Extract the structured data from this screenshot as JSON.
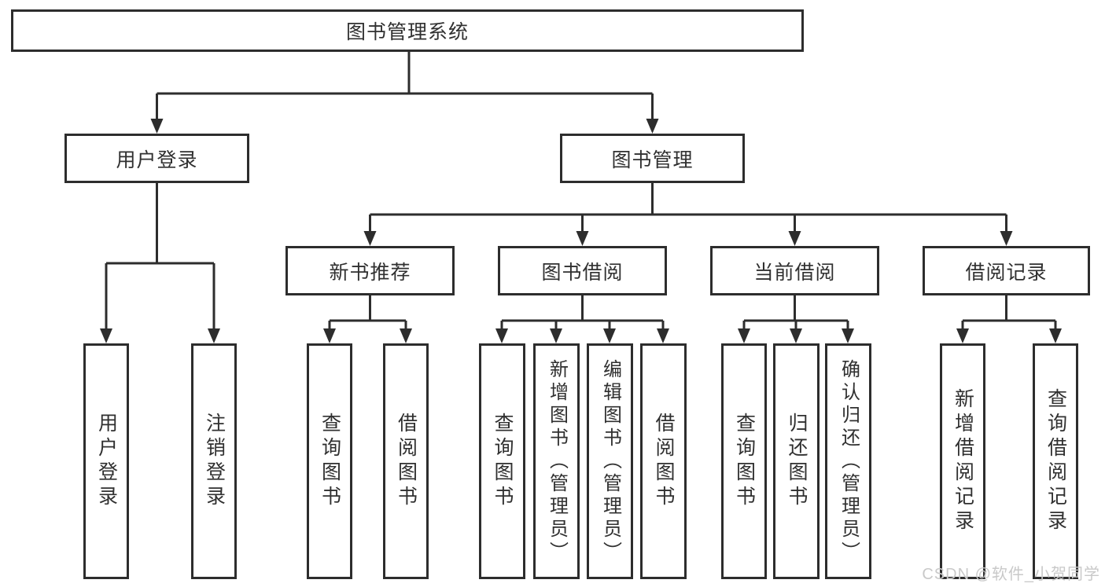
{
  "diagram_title": "图书管理系统",
  "watermark": "CSDN @软件_小贺同学",
  "colors": {
    "line": "#2d2d2d",
    "box_border": "#2d2d2d",
    "box_fill": "#ffffff",
    "text": "#303030",
    "watermark": "#c9c9c9",
    "background": "#ffffff"
  },
  "tree": {
    "root": {
      "label": "图书管理系统"
    },
    "level2": [
      {
        "label": "用户登录"
      },
      {
        "label": "图书管理"
      }
    ],
    "level3": [
      {
        "label": "新书推荐"
      },
      {
        "label": "图书借阅"
      },
      {
        "label": "当前借阅"
      },
      {
        "label": "借阅记录"
      }
    ],
    "leaves": {
      "user_login": [
        "用户登录",
        "注销登录"
      ],
      "new_book_recommendation": [
        "查询图书",
        "借阅图书"
      ],
      "book_borrowing": [
        "查询图书",
        "新增图书（管理员）",
        "编辑图书（管理员）",
        "借阅图书"
      ],
      "current_borrowing": [
        "查询图书",
        "归还图书",
        "确认归还（管理员）"
      ],
      "borrowing_records": [
        "新增借阅记录",
        "查询借阅记录"
      ]
    }
  }
}
